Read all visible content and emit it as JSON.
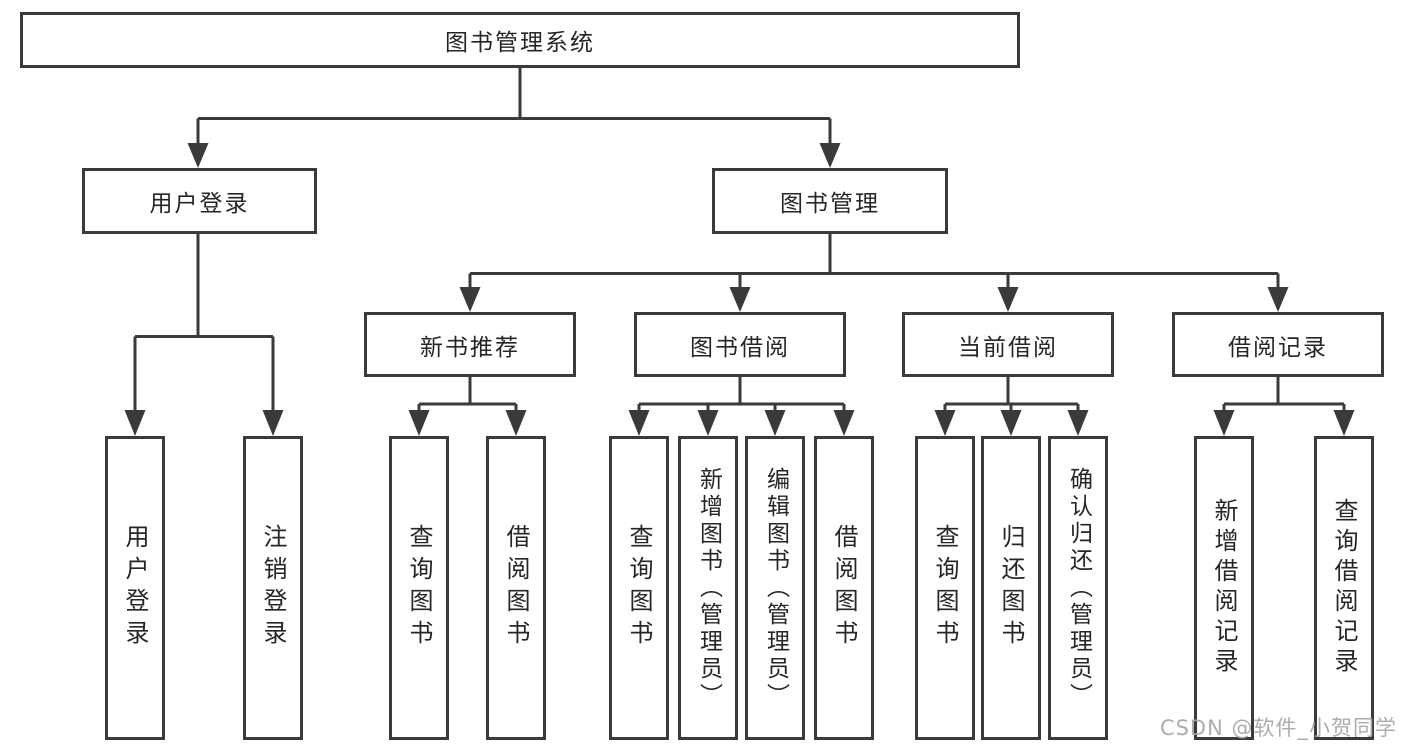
{
  "diagram": {
    "tree": {
      "root": {
        "label": "图书管理系统"
      },
      "branches": [
        {
          "label": "用户登录",
          "leaves": [
            {
              "label": "用户登录"
            },
            {
              "label": "注销登录"
            }
          ]
        },
        {
          "label": "图书管理",
          "groups": [
            {
              "label": "新书推荐",
              "leaves": [
                {
                  "label": "查询图书"
                },
                {
                  "label": "借阅图书"
                }
              ]
            },
            {
              "label": "图书借阅",
              "leaves": [
                {
                  "label": "查询图书"
                },
                {
                  "label": "新增图书（管理员）"
                },
                {
                  "label": "编辑图书（管理员）"
                },
                {
                  "label": "借阅图书"
                }
              ]
            },
            {
              "label": "当前借阅",
              "leaves": [
                {
                  "label": "查询图书"
                },
                {
                  "label": "归还图书"
                },
                {
                  "label": "确认归还（管理员）"
                }
              ]
            },
            {
              "label": "借阅记录",
              "leaves": [
                {
                  "label": "新增借阅记录"
                },
                {
                  "label": "查询借阅记录"
                }
              ]
            }
          ]
        }
      ]
    },
    "watermark": {
      "text": "CSDN @软件_小贺同学"
    },
    "colors": {
      "line": "#3a3a3a",
      "text": "#262626",
      "background": "#ffffff",
      "watermark": "#a8a8a8"
    }
  }
}
